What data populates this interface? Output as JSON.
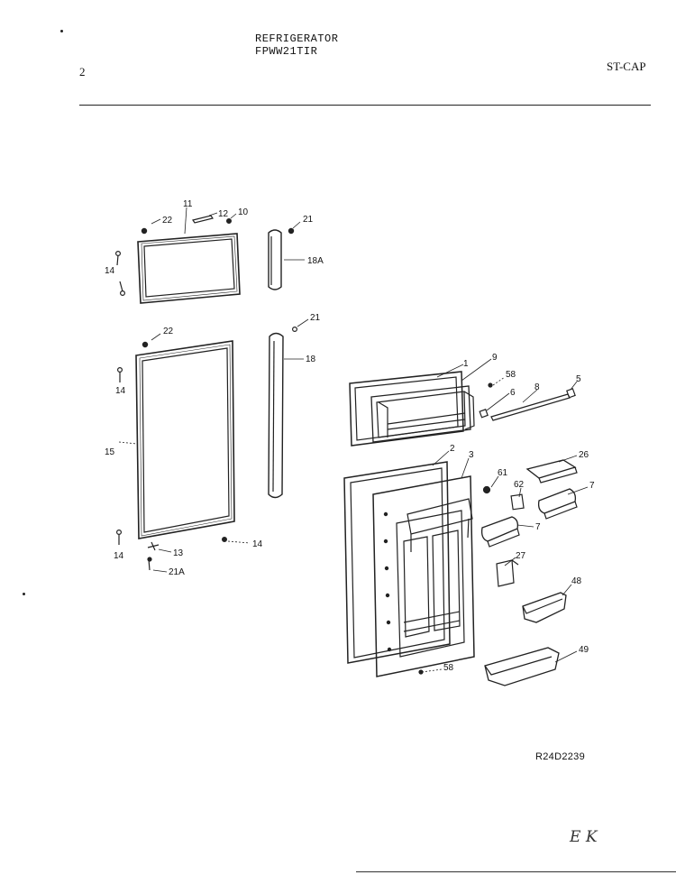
{
  "header": {
    "title": "REFRIGERATOR",
    "model": "FPWW21TIR",
    "page_number": "2",
    "code": "ST-CAP"
  },
  "reference": "R24D2239",
  "handwriting": "E K",
  "parts": {
    "p1": "1",
    "p2": "2",
    "p3": "3",
    "p5": "5",
    "p6": "6",
    "p7a": "7",
    "p7b": "7",
    "p8": "8",
    "p9": "9",
    "p10": "10",
    "p11": "11",
    "p12": "12",
    "p13": "13",
    "p14a": "14",
    "p14b": "14",
    "p14c": "14",
    "p14d": "14",
    "p15": "15",
    "p18": "18",
    "p18a": "18A",
    "p21a": "21",
    "p21b": "21",
    "p21c": "21A",
    "p22a": "22",
    "p22b": "22",
    "p26": "26",
    "p27": "27",
    "p48": "48",
    "p49": "49",
    "p58a": "58",
    "p58b": "58",
    "p61": "61",
    "p62": "62"
  }
}
